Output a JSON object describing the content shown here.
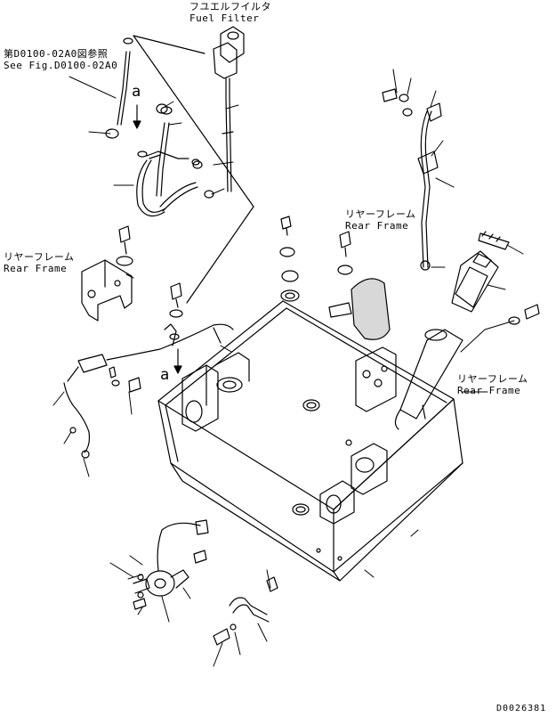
{
  "labels": {
    "fuel_filter_jp": "フユエルフイルタ",
    "fuel_filter_en": "Fuel Filter",
    "see_fig_jp": "第D0100-02A0図参照",
    "see_fig_en": "See Fig.D0100-02A0",
    "rear_frame_jp": "リヤーフレーム",
    "rear_frame_en": "Rear Frame",
    "ref_letter": "a",
    "drawing_code": "D0026381"
  }
}
